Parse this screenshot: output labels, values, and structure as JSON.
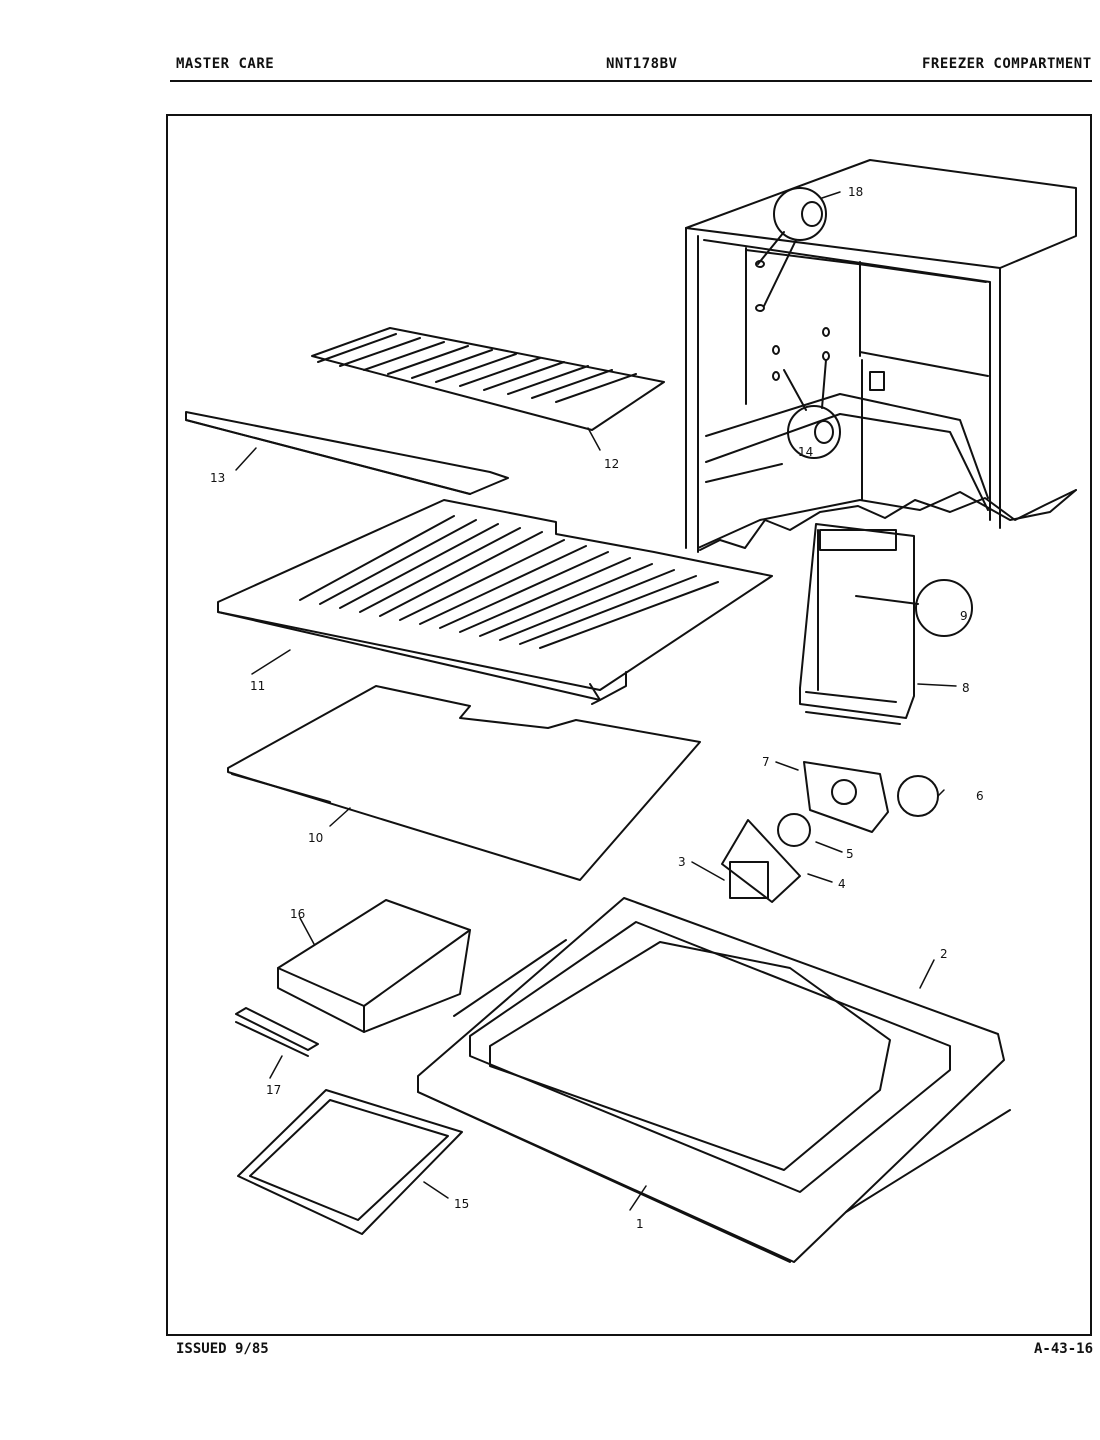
{
  "header": {
    "left": "MASTER CARE",
    "center": "NNT178BV",
    "right": "FREEZER COMPARTMENT"
  },
  "footer": {
    "issued": "ISSUED 9/85",
    "page": "A-43-16"
  },
  "callouts": [
    "1",
    "2",
    "3",
    "4",
    "5",
    "6",
    "7",
    "8",
    "9",
    "10",
    "11",
    "12",
    "13",
    "14",
    "15",
    "16",
    "17",
    "18"
  ]
}
